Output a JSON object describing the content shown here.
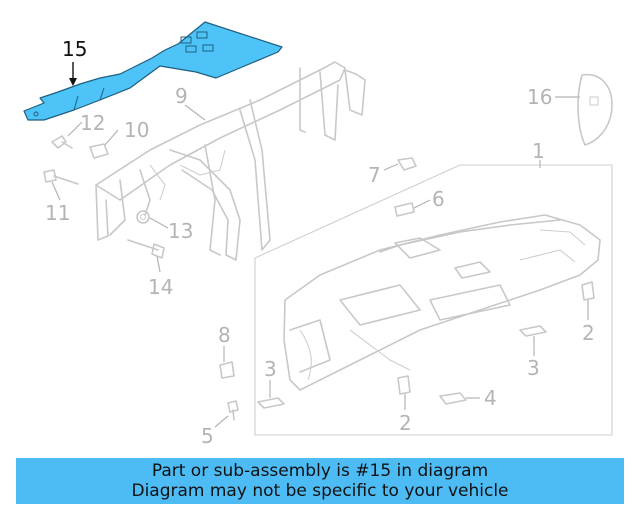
{
  "colors": {
    "highlight": "#4dc3f7",
    "banner": "#4dbcf5",
    "line_art": "#c8c8c8",
    "highlight_label": "#111111"
  },
  "callouts": {
    "c1": "1",
    "c2a": "2",
    "c2b": "2",
    "c3a": "3",
    "c3b": "3",
    "c4": "4",
    "c5": "5",
    "c6": "6",
    "c7": "7",
    "c8": "8",
    "c9": "9",
    "c10": "10",
    "c11": "11",
    "c12": "12",
    "c13": "13",
    "c14": "14",
    "c15": "15",
    "c16": "16"
  },
  "banner": {
    "line1": "Part or sub-assembly is #15 in diagram",
    "line2": "Diagram may not be specific to your vehicle"
  }
}
